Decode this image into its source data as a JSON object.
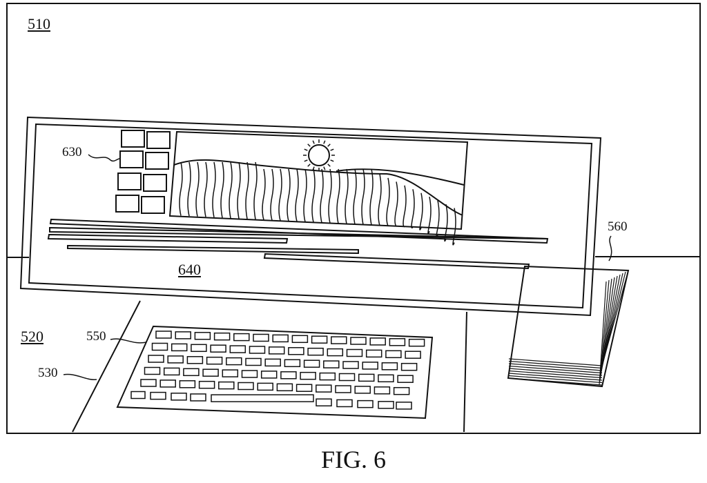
{
  "figure_title": "FIG. 6",
  "labels": {
    "environment": "510",
    "desk_surface": "520",
    "work_area": "530",
    "keyboard": "550",
    "device_stack": "560",
    "app_icons": "630",
    "virtual_display": "640"
  }
}
